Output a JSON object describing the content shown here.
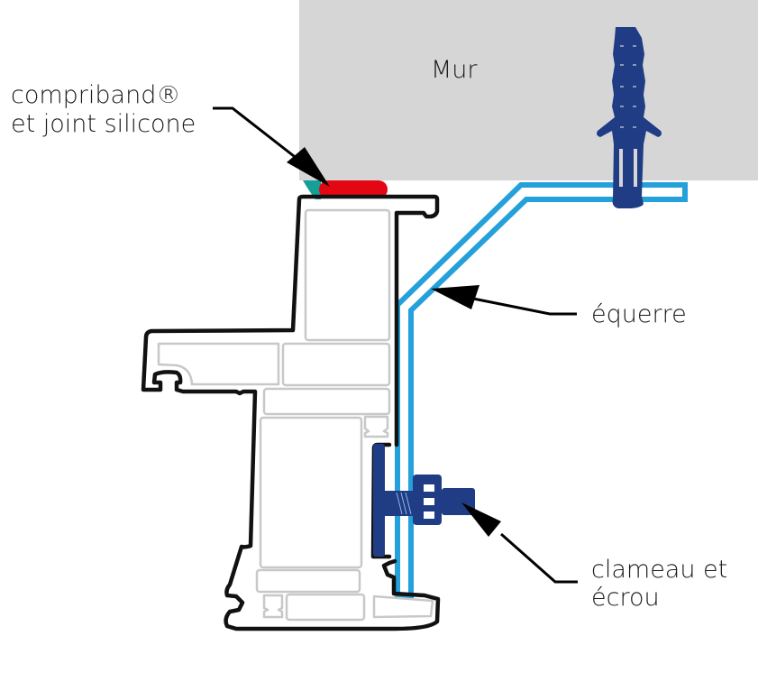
{
  "diagram": {
    "title": "Fixation d'une menuiserie par équerre",
    "wall": {
      "label": "Mur",
      "color": "#d6d6d6"
    },
    "callouts": [
      {
        "id": "compriband",
        "lines": [
          "compriband®",
          "et joint silicone"
        ]
      },
      {
        "id": "equerre",
        "lines": [
          "équerre"
        ]
      },
      {
        "id": "clameau",
        "lines": [
          "clameau et",
          "écrou"
        ]
      }
    ],
    "colors": {
      "profile_outline": "#111111",
      "profile_chambers": "#c8c8c8",
      "equerre": "#24a0da",
      "hardware": "#1f3c84",
      "compriband": "#e30613",
      "silicone": "#14a098",
      "arrow": "#000000"
    }
  }
}
